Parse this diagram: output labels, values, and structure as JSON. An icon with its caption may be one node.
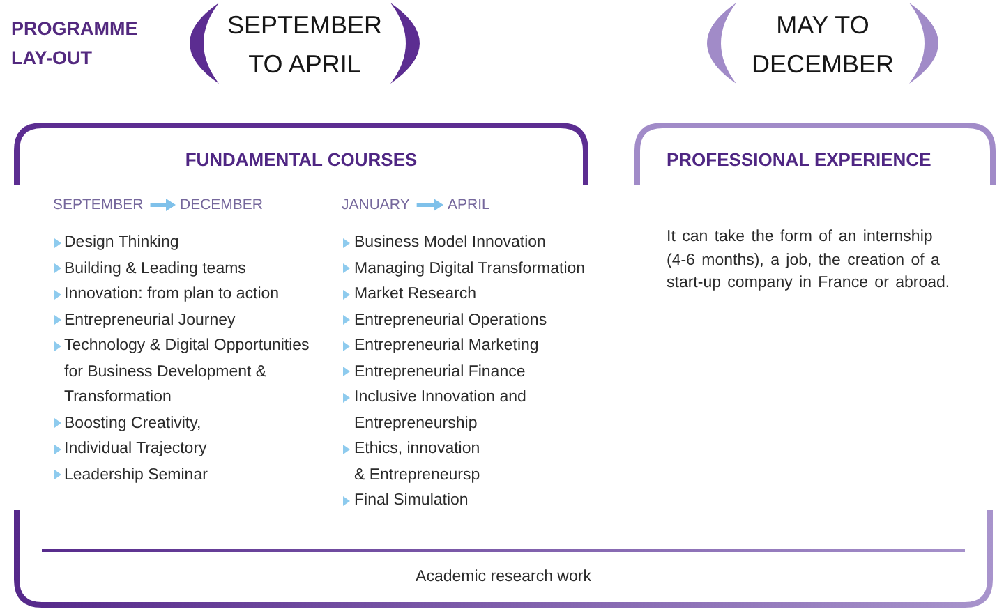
{
  "diagram": {
    "title": "PROGRAMME LAY-OUT",
    "nodes": [
      {
        "text": [
          "SEPTEMBER TO APRIL"
        ]
      },
      {
        "text": [
          "MAY TO DECEMBER"
        ]
      },
      {
        "text": [
          "FUNDAMENTAL COURSES",
          "Design Thinking",
          "Building & Leading teams",
          "Innovation: from plan to action",
          "Entrepreneurial Journey",
          "Technology & Digital Opportunities for Business Development & Transformation",
          "Boosting Creativity,",
          "Individual Trajectory",
          "Leadership Seminar",
          "Business Model Innovation",
          "Managing Digital Transformation",
          "Market Research",
          "Entrepreneurial Operations",
          "Entrepreneurial Marketing",
          "Entrepreneurial Finance",
          "Inclusive Innovation and Entrepreneurship",
          "Ethics, innovation & Entrepreneursp",
          "Final Simulation"
        ]
      },
      {
        "text": [
          "SEPTEMBER"
        ],
        "in": 2
      },
      {
        "text": [
          "DECEMBER"
        ],
        "in": 2
      },
      {
        "text": [
          "JANUARY"
        ],
        "in": 2
      },
      {
        "text": [
          "APRIL"
        ],
        "in": 2
      },
      {
        "text": [
          "PROFESSIONAL EXPERIENCE",
          "It can take the form of an internship (4-6 months), a job, the creation of a start-up company in France or abroad."
        ]
      },
      {
        "text": [
          "Academic research work"
        ]
      }
    ],
    "edges": [
      {
        "from": 3,
        "to": 4,
        "arrow": "to"
      },
      {
        "from": 5,
        "to": 6,
        "arrow": "to"
      }
    ]
  }
}
